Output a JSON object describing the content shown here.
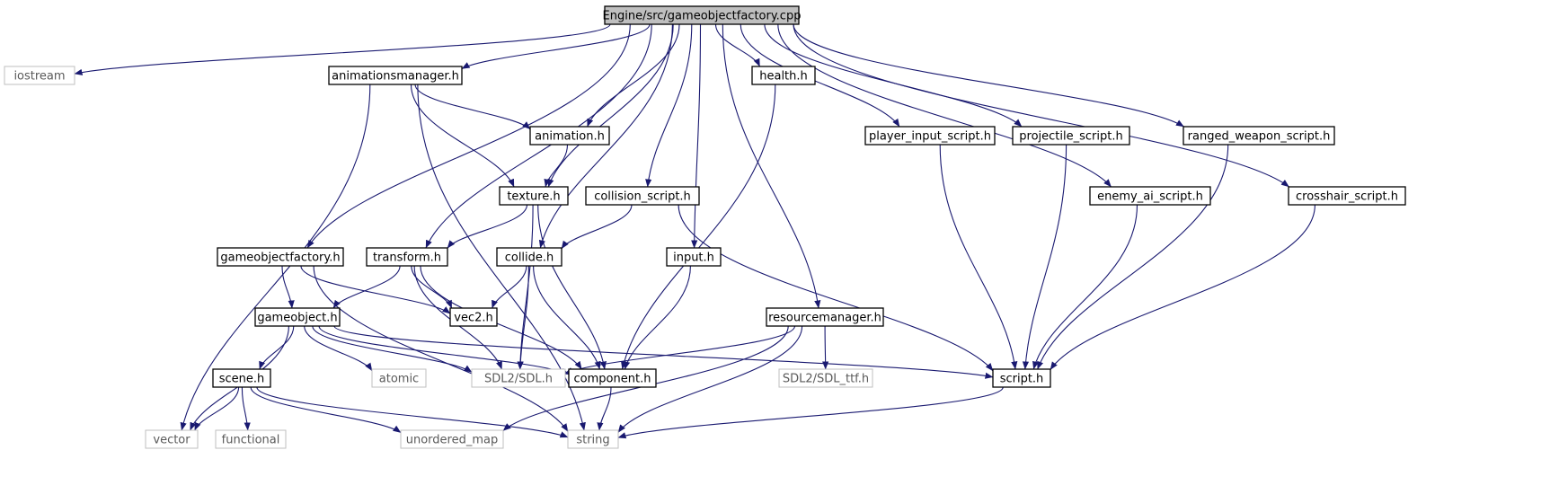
{
  "diagram": {
    "nodes": [
      {
        "id": "root",
        "label": "Engine/src/gameobjectfactory.cpp",
        "kind": "root"
      },
      {
        "id": "iostream",
        "label": "iostream",
        "kind": "external"
      },
      {
        "id": "animationsmanager",
        "label": "animationsmanager.h",
        "kind": "header"
      },
      {
        "id": "health",
        "label": "health.h",
        "kind": "header"
      },
      {
        "id": "animation",
        "label": "animation.h",
        "kind": "header"
      },
      {
        "id": "player_input_script",
        "label": "player_input_script.h",
        "kind": "header"
      },
      {
        "id": "projectile_script",
        "label": "projectile_script.h",
        "kind": "header"
      },
      {
        "id": "ranged_weapon_script",
        "label": "ranged_weapon_script.h",
        "kind": "header"
      },
      {
        "id": "texture",
        "label": "texture.h",
        "kind": "header"
      },
      {
        "id": "collision_script",
        "label": "collision_script.h",
        "kind": "header"
      },
      {
        "id": "enemy_ai_script",
        "label": "enemy_ai_script.h",
        "kind": "header"
      },
      {
        "id": "crosshair_script",
        "label": "crosshair_script.h",
        "kind": "header"
      },
      {
        "id": "gameobjectfactory_h",
        "label": "gameobjectfactory.h",
        "kind": "header"
      },
      {
        "id": "transform",
        "label": "transform.h",
        "kind": "header"
      },
      {
        "id": "collide",
        "label": "collide.h",
        "kind": "header"
      },
      {
        "id": "input",
        "label": "input.h",
        "kind": "header"
      },
      {
        "id": "vec2",
        "label": "vec2.h",
        "kind": "header"
      },
      {
        "id": "gameobject",
        "label": "gameobject.h",
        "kind": "header"
      },
      {
        "id": "resourcemanager",
        "label": "resourcemanager.h",
        "kind": "header"
      },
      {
        "id": "scene",
        "label": "scene.h",
        "kind": "header"
      },
      {
        "id": "atomic",
        "label": "atomic",
        "kind": "external"
      },
      {
        "id": "sdl",
        "label": "SDL2/SDL.h",
        "kind": "external"
      },
      {
        "id": "component",
        "label": "component.h",
        "kind": "header"
      },
      {
        "id": "sdl_ttf",
        "label": "SDL2/SDL_ttf.h",
        "kind": "external"
      },
      {
        "id": "script",
        "label": "script.h",
        "kind": "header"
      },
      {
        "id": "vector",
        "label": "vector",
        "kind": "external"
      },
      {
        "id": "functional",
        "label": "functional",
        "kind": "external"
      },
      {
        "id": "unordered_map",
        "label": "unordered_map",
        "kind": "external"
      },
      {
        "id": "string",
        "label": "string",
        "kind": "external"
      }
    ],
    "edges": [
      [
        "root",
        "iostream"
      ],
      [
        "root",
        "animationsmanager"
      ],
      [
        "root",
        "gameobjectfactory_h"
      ],
      [
        "root",
        "transform"
      ],
      [
        "root",
        "collide"
      ],
      [
        "root",
        "animation"
      ],
      [
        "root",
        "texture"
      ],
      [
        "root",
        "collision_script"
      ],
      [
        "root",
        "input"
      ],
      [
        "root",
        "health"
      ],
      [
        "root",
        "resourcemanager"
      ],
      [
        "root",
        "player_input_script"
      ],
      [
        "root",
        "projectile_script"
      ],
      [
        "root",
        "enemy_ai_script"
      ],
      [
        "root",
        "ranged_weapon_script"
      ],
      [
        "root",
        "crosshair_script"
      ],
      [
        "animationsmanager",
        "animation"
      ],
      [
        "animationsmanager",
        "texture"
      ],
      [
        "animationsmanager",
        "vector"
      ],
      [
        "animationsmanager",
        "string"
      ],
      [
        "animation",
        "texture"
      ],
      [
        "texture",
        "transform"
      ],
      [
        "texture",
        "sdl"
      ],
      [
        "texture",
        "component"
      ],
      [
        "collision_script",
        "collide"
      ],
      [
        "collision_script",
        "script"
      ],
      [
        "health",
        "component"
      ],
      [
        "player_input_script",
        "script"
      ],
      [
        "projectile_script",
        "script"
      ],
      [
        "enemy_ai_script",
        "script"
      ],
      [
        "ranged_weapon_script",
        "script"
      ],
      [
        "crosshair_script",
        "script"
      ],
      [
        "gameobjectfactory_h",
        "gameobject"
      ],
      [
        "gameobjectfactory_h",
        "vec2"
      ],
      [
        "gameobjectfactory_h",
        "string"
      ],
      [
        "transform",
        "gameobject"
      ],
      [
        "transform",
        "vec2"
      ],
      [
        "transform",
        "sdl"
      ],
      [
        "transform",
        "component"
      ],
      [
        "collide",
        "vec2"
      ],
      [
        "collide",
        "sdl"
      ],
      [
        "collide",
        "component"
      ],
      [
        "input",
        "component"
      ],
      [
        "gameobject",
        "scene"
      ],
      [
        "gameobject",
        "atomic"
      ],
      [
        "gameobject",
        "sdl"
      ],
      [
        "gameobject",
        "component"
      ],
      [
        "gameobject",
        "script"
      ],
      [
        "gameobject",
        "vector"
      ],
      [
        "resourcemanager",
        "sdl"
      ],
      [
        "resourcemanager",
        "sdl_ttf"
      ],
      [
        "resourcemanager",
        "unordered_map"
      ],
      [
        "resourcemanager",
        "string"
      ],
      [
        "scene",
        "vector"
      ],
      [
        "scene",
        "functional"
      ],
      [
        "scene",
        "unordered_map"
      ],
      [
        "scene",
        "string"
      ],
      [
        "component",
        "string"
      ],
      [
        "script",
        "string"
      ]
    ]
  }
}
